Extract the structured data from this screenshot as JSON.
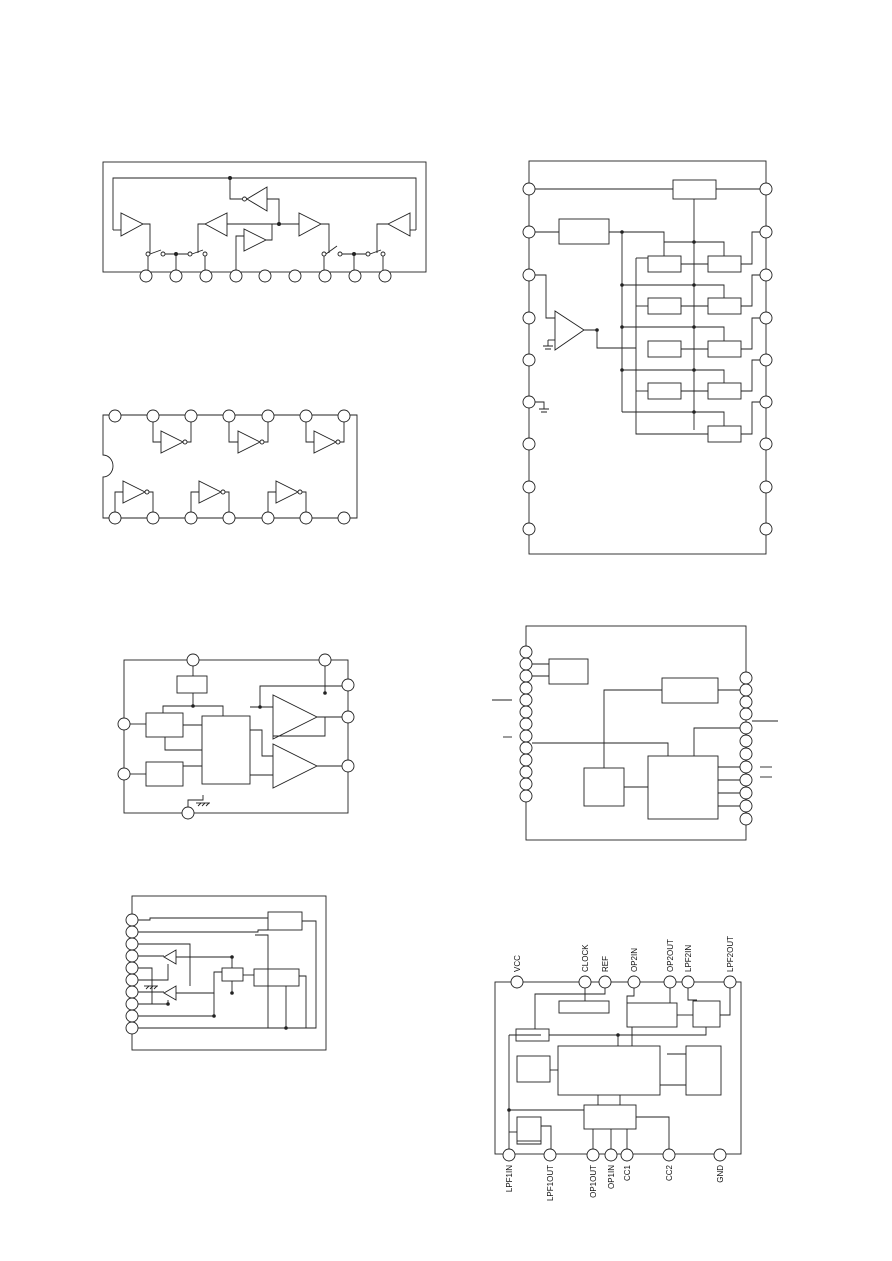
{
  "page": {
    "background_color": "#ffffff",
    "line_color": "#222222"
  },
  "diagrams": [
    {
      "id": "diagram-analog-switch-buffer",
      "icon": "ic-block-diagram-icon"
    },
    {
      "id": "diagram-hex-inverter",
      "icon": "ic-block-diagram-icon"
    },
    {
      "id": "diagram-dual-amplifier",
      "icon": "ic-block-diagram-icon"
    },
    {
      "id": "diagram-dual-comparator",
      "icon": "ic-block-diagram-icon"
    },
    {
      "id": "diagram-multi-driver",
      "icon": "ic-block-diagram-icon"
    },
    {
      "id": "diagram-controller",
      "icon": "ic-block-diagram-icon"
    },
    {
      "id": "diagram-pll-filter",
      "icon": "ic-block-diagram-icon",
      "top_pins": {
        "vcc": "VCC",
        "clock": "CLOCK",
        "ref": "REF",
        "op2in": "OP2IN",
        "op2out": "OP2OUT",
        "lpf2in": "LPF2IN",
        "lpf2out": "LPF2OUT"
      },
      "bottom_pins": {
        "lpf1in": "LPF1IN",
        "lpf1out": "LPF1OUT",
        "op1out": "OP1OUT",
        "op1in": "OP1IN",
        "cc1": "CC1",
        "cc2": "CC2",
        "gnd": "GND"
      }
    }
  ]
}
